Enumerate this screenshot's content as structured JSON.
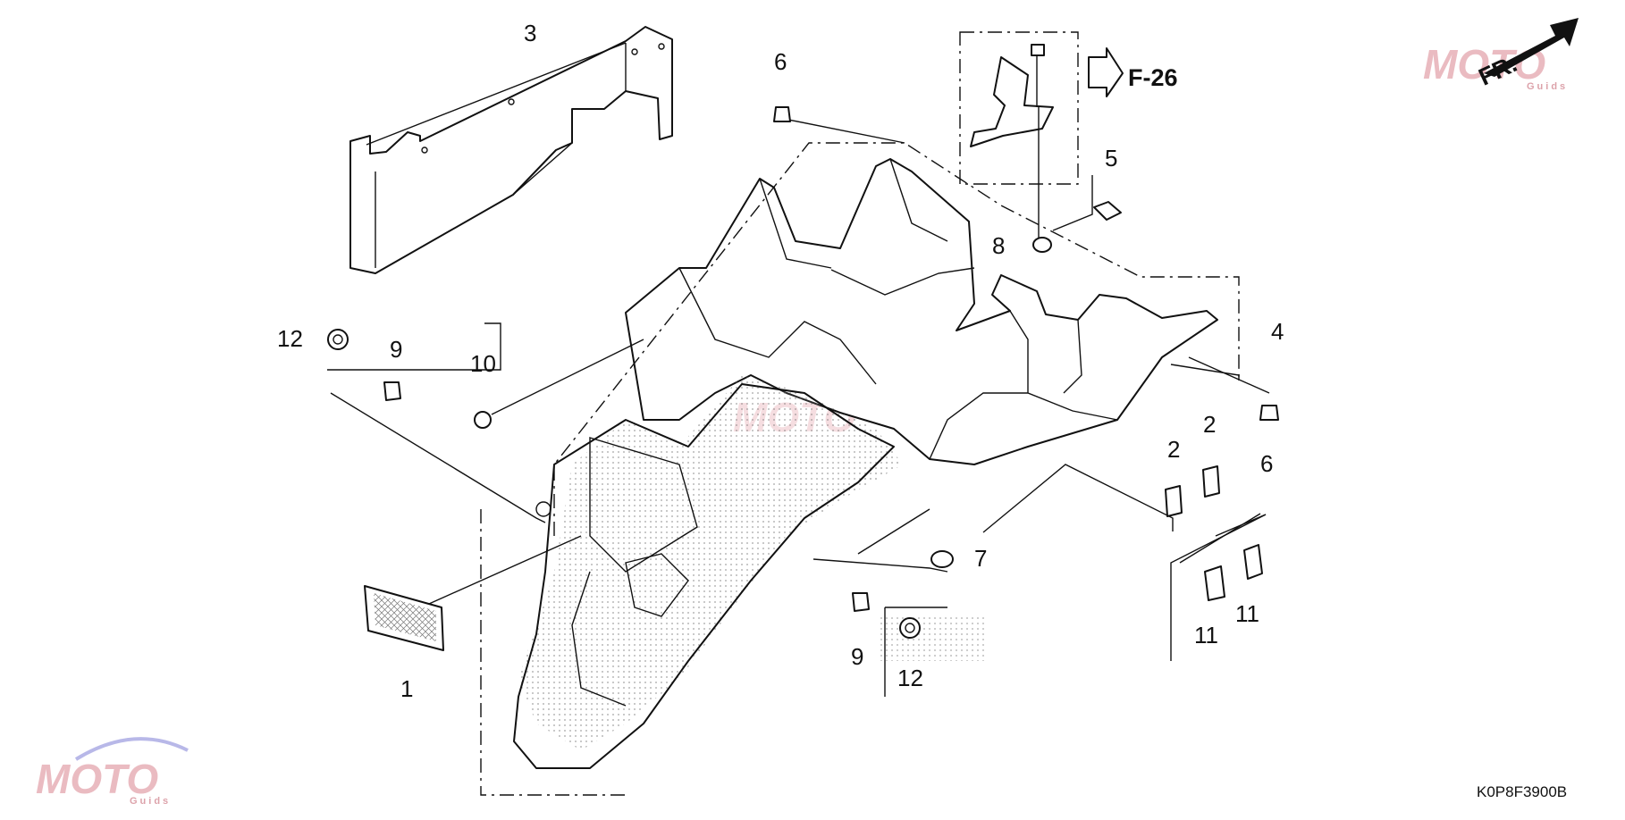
{
  "diagram": {
    "reference": "F-26",
    "direction_label": "FR.",
    "code": "K0P8F3900B",
    "watermark": {
      "text": "MOTO",
      "sub": "Guids"
    },
    "callouts": [
      "1",
      "2",
      "2",
      "3",
      "4",
      "5",
      "6",
      "6",
      "7",
      "8",
      "9",
      "9",
      "10",
      "11",
      "11",
      "12",
      "12"
    ]
  },
  "colors": {
    "line": "#111111",
    "watermark": "#e3a5ad"
  }
}
